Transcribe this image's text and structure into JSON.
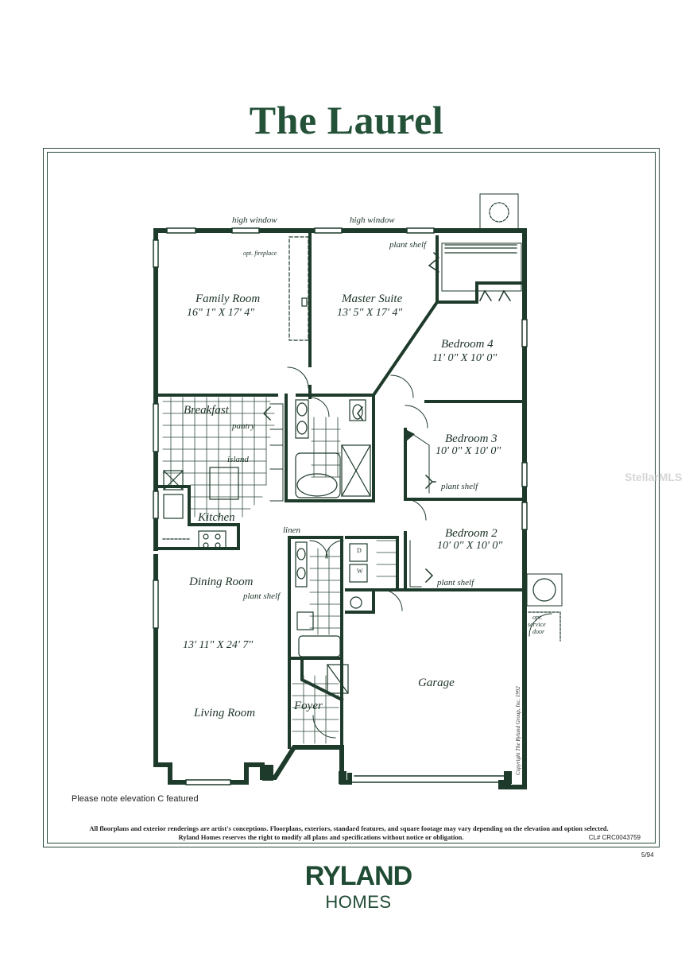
{
  "title": "The Laurel",
  "plan_labels": {
    "high_window_left": "high window",
    "high_window_right": "high window",
    "plant_shelf_top": "plant shelf",
    "opt_fireplace": "opt. fireplace",
    "family_room": "Family Room",
    "family_room_dim": "16\" 1\" X 17' 4\"",
    "master_suite": "Master Suite",
    "master_suite_dim": "13' 5\" X 17' 4\"",
    "bedroom4": "Bedroom 4",
    "bedroom4_dim": "11' 0\" X 10' 0\"",
    "breakfast": "Breakfast",
    "pantry": "pantry",
    "island": "island",
    "kitchen": "Kitchen",
    "bedroom3": "Bedroom 3",
    "bedroom3_dim": "10' 0\" X 10' 0\"",
    "plant_shelf_b3": "plant shelf",
    "linen": "linen",
    "bedroom2": "Bedroom 2",
    "bedroom2_dim": "10' 0\" X 10' 0\"",
    "plant_shelf_b2": "plant shelf",
    "dining_room": "Dining Room",
    "plant_shelf_dining": "plant shelf",
    "living_dim": "13' 11\" X 24' 7\"",
    "living_room": "Living Room",
    "foyer": "Foyer",
    "garage": "Garage",
    "opt_service_door_1": "opt.",
    "opt_service_door_2": "service",
    "opt_service_door_3": "door",
    "dryer": "D",
    "washer": "W",
    "copyright": "Copyright The Ryland Group, Inc. 1992"
  },
  "elevation_note": "Please note elevation C featured",
  "disclaimer_line1": "All floorplans and exterior renderings are artist's conceptions. Floorplans, exteriors, standard features, and square footage may vary depending on the elevation and option selected.",
  "disclaimer_line2": "Ryland Homes reserves the right to modify all plans and specifications without notice or obligation.",
  "cl_number": "CL# CRC0043759",
  "date_code": "5/94",
  "brand_line1": "RYLAND",
  "brand_line2": "HOMES",
  "watermark": "StellarMLS",
  "colors": {
    "ink": "#1f3d2e",
    "title": "#245238"
  }
}
